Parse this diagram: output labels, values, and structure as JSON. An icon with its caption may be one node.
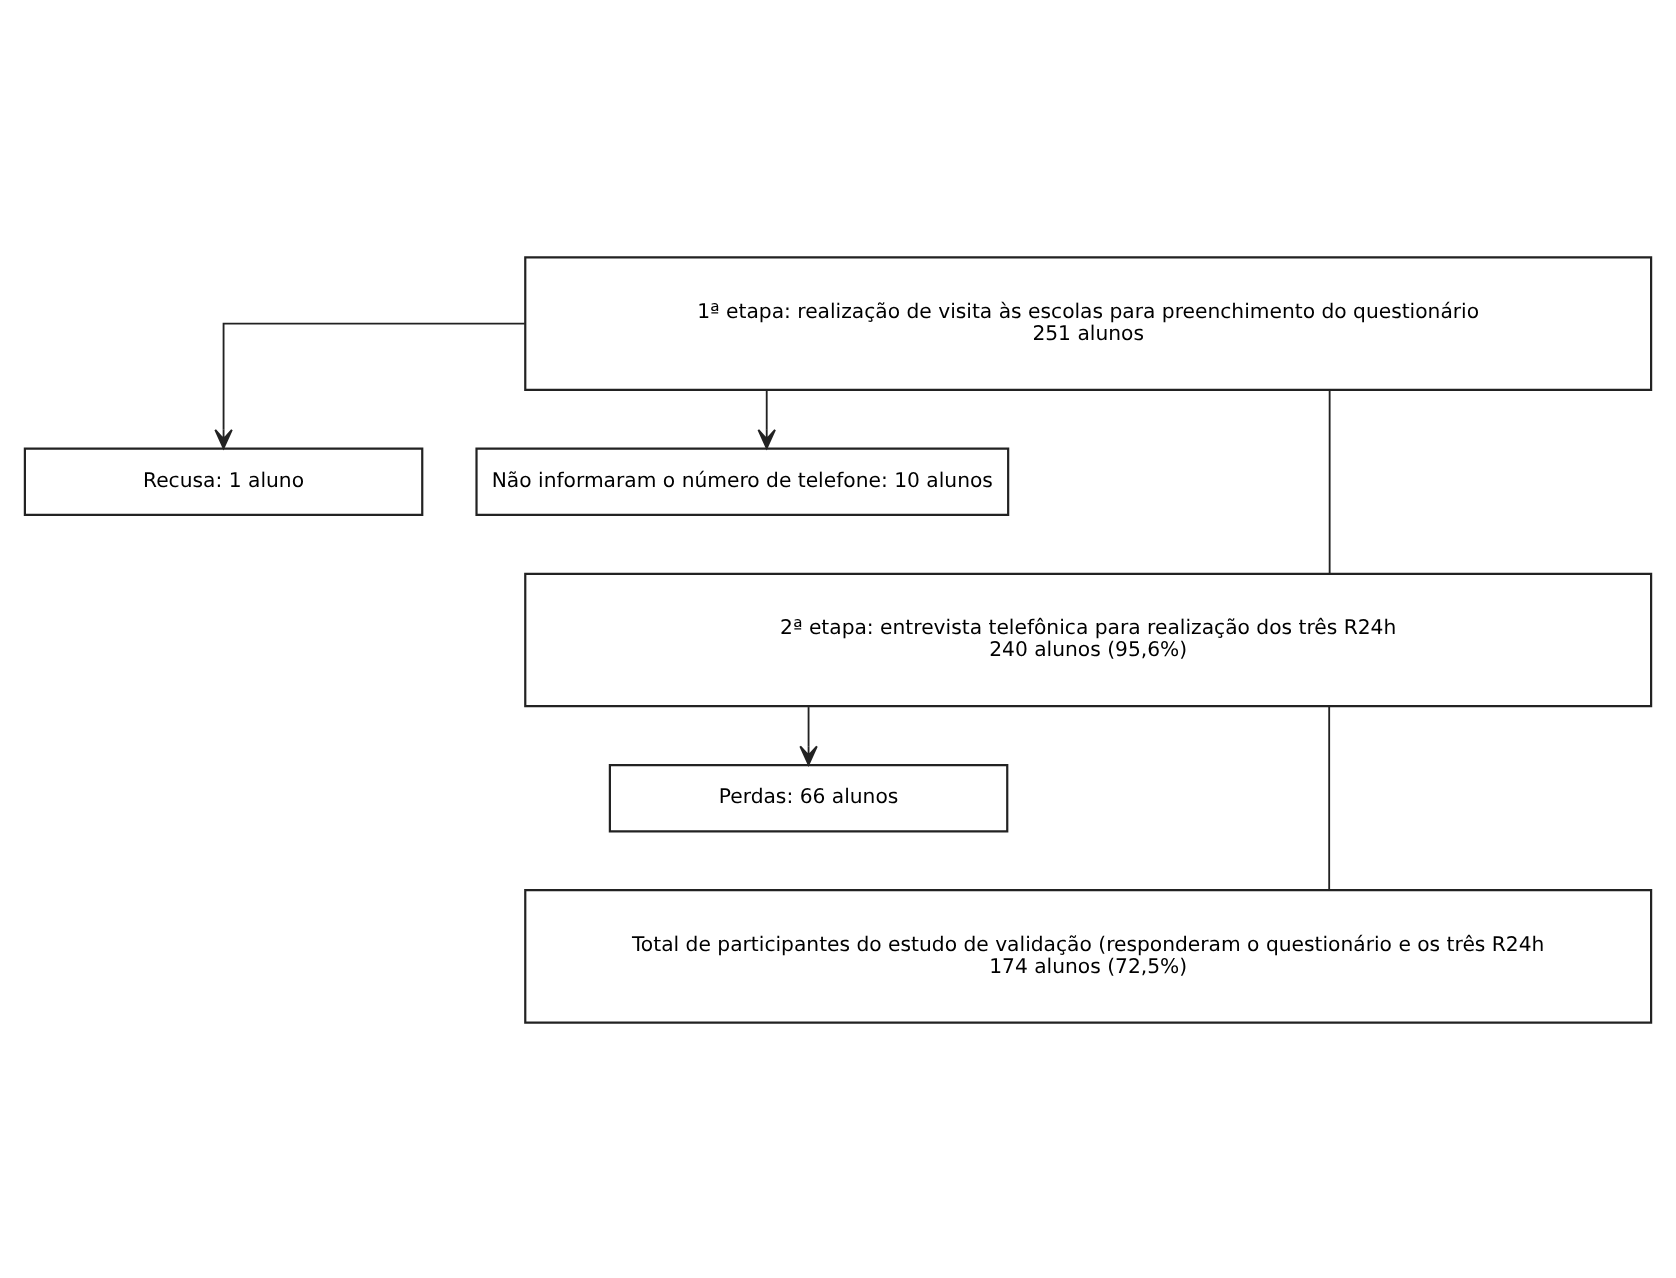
{
  "diagram": {
    "nodes": [
      {
        "text": [
          "1ª etapa: realização de visita às escolas para preenchimento do questionário",
          "251 alunos"
        ]
      },
      {
        "text": [
          "Recusa: 1 aluno"
        ]
      },
      {
        "text": [
          "Não informaram o número de telefone: 10 alunos"
        ]
      },
      {
        "text": [
          "2ª etapa: entrevista telefônica para realização dos três R24h",
          "240 alunos (95,6%)"
        ]
      },
      {
        "text": [
          "Perdas: 66 alunos"
        ]
      },
      {
        "text": [
          "Total de participantes do estudo de validação (responderam o questionário e os três R24h",
          "174 alunos (72,5%)"
        ]
      }
    ],
    "edges": [
      {
        "from": 0,
        "to": 1,
        "arrow": "to"
      },
      {
        "from": 0,
        "to": 2,
        "arrow": "to"
      },
      {
        "from": 0,
        "to": 3,
        "arrow": "none"
      },
      {
        "from": 3,
        "to": 4,
        "arrow": "to"
      },
      {
        "from": 3,
        "to": 5,
        "arrow": "none"
      }
    ]
  }
}
